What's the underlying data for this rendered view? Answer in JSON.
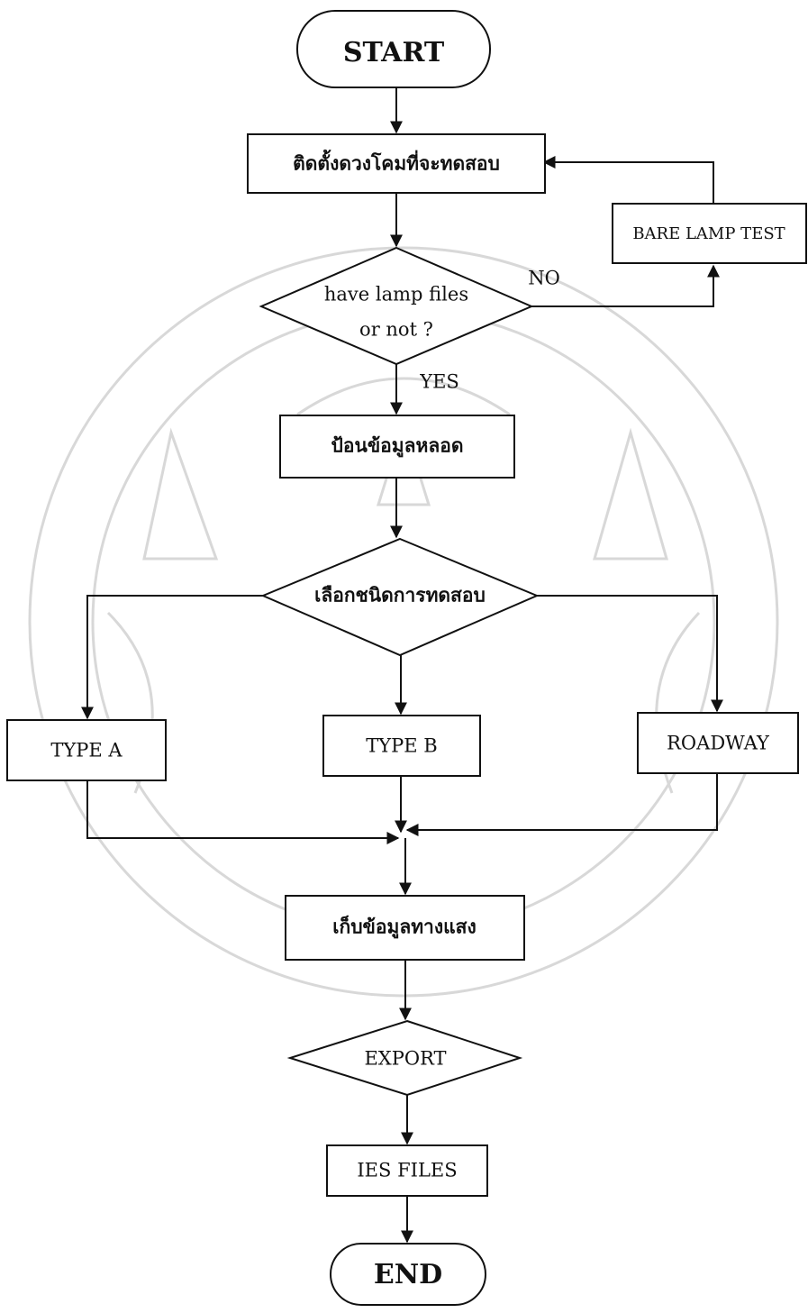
{
  "nodes": {
    "start": "START",
    "install": "ติดตั้งดวงโคมที่จะทดสอบ",
    "bare_lamp": "BARE  LAMP TEST",
    "decision_line1": "have lamp  files",
    "decision_line2": "or not  ?",
    "input_lamp": "ป้อนข้อมูลหลอด",
    "select_type": "เลือกชนิดการทดสอบ",
    "type_a": "TYPE  A",
    "type_b": "TYPE  B",
    "roadway": "ROADWAY",
    "collect": "เก็บข้อมูลทางแสง",
    "export": "EXPORT",
    "ies": "IES FILES",
    "end": "END"
  },
  "edge_labels": {
    "no": "NO",
    "yes": "YES"
  },
  "colors": {
    "stroke": "#111111",
    "watermark": "#d8d8d8"
  }
}
